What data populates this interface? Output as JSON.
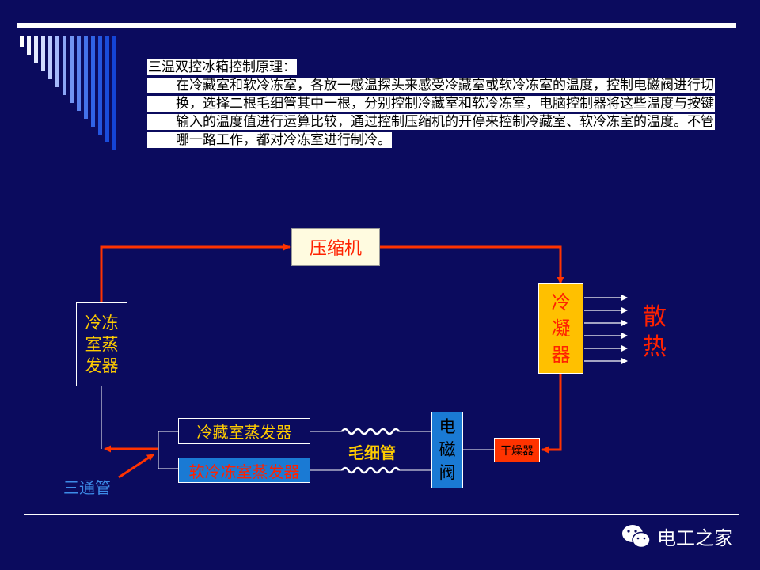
{
  "intro": {
    "heading": "三温双控冰箱控制原理：",
    "body": "在冷藏室和软冷冻室，各放一感温探头来感受冷藏室或软冷冻室的温度，控制电磁阀进行切换，选择二根毛细管其中一根，分别控制冷藏室和软冷冻室，电脑控制器将这些温度与按键输入的温度值进行运算比较，通过控制压缩机的开停来控制冷藏室、软冷冻室的温度。不管哪一路工作，都对冷冻室进行制冷。"
  },
  "diagram": {
    "compressor": "压缩机",
    "freezer_evaporator": [
      "冷冻",
      "室蒸",
      "发器"
    ],
    "condenser": [
      "冷",
      "凝",
      "器"
    ],
    "heat_dissipation": [
      "散",
      "热"
    ],
    "fridge_evaporator": "冷藏室蒸发器",
    "soft_freezer_evaporator": "软冷冻室蒸发器",
    "capillary": "毛细管",
    "solenoid_valve": [
      "电",
      "磁",
      "阀"
    ],
    "dryer": "干燥器",
    "three_way_pipe": "三通管"
  },
  "watermark": "电工之家",
  "colors": {
    "background": "#0b0b5e",
    "arrow_red": "#ff3300",
    "box_yellow": "#ffc000",
    "box_blue": "#1a7ad4",
    "text_gold": "#ffcc00",
    "text_red": "#ff2200"
  }
}
